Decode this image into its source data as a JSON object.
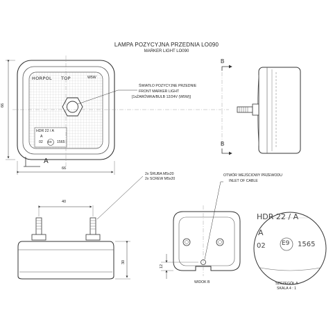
{
  "title": "LAMPA POZYCYJNA PRZEDNIA LO090",
  "subtitle": "MARKER LIGHT LO090",
  "front_view": {
    "brand": "HORPOL",
    "orientation": "TOP",
    "bulb_mark": "W5W",
    "approval_code": "HDR 22 / A",
    "approval_letter": "A",
    "approval_year": "02",
    "approval_mark": "E9",
    "approval_number": "1565",
    "width_dim": "66",
    "height_dim": "66",
    "section_label": "A"
  },
  "callout_light": {
    "line1": "ŚWIATŁO POZYCYJNE PRZEDNIE",
    "line2": "FRONT MARKER LIGHT",
    "line3": "[1xŻARÓWKA/BULB 12/24V (W5W)]"
  },
  "section_marks": {
    "top": "B",
    "bottom": "B"
  },
  "callout_screws": {
    "line1": "2x ŚRUBA M5x20",
    "line2": "2x SCREW M5x20"
  },
  "callout_inlet": {
    "line1": "OTWÓR WEJŚCIOWY PRZEWODU",
    "line2": "INLET OF CABLE"
  },
  "side_view": {
    "screw_spacing_dim": "40",
    "depth_dim": "30"
  },
  "view_b": {
    "label": "WIDOK B",
    "offset_dim": "12"
  },
  "detail_a": {
    "label": "SZCZEGÓŁ A",
    "scale": "SKALA 4 : 1",
    "code": "HDR 22 / A",
    "letter": "A",
    "year": "02",
    "mark": "E9",
    "number": "1565"
  }
}
